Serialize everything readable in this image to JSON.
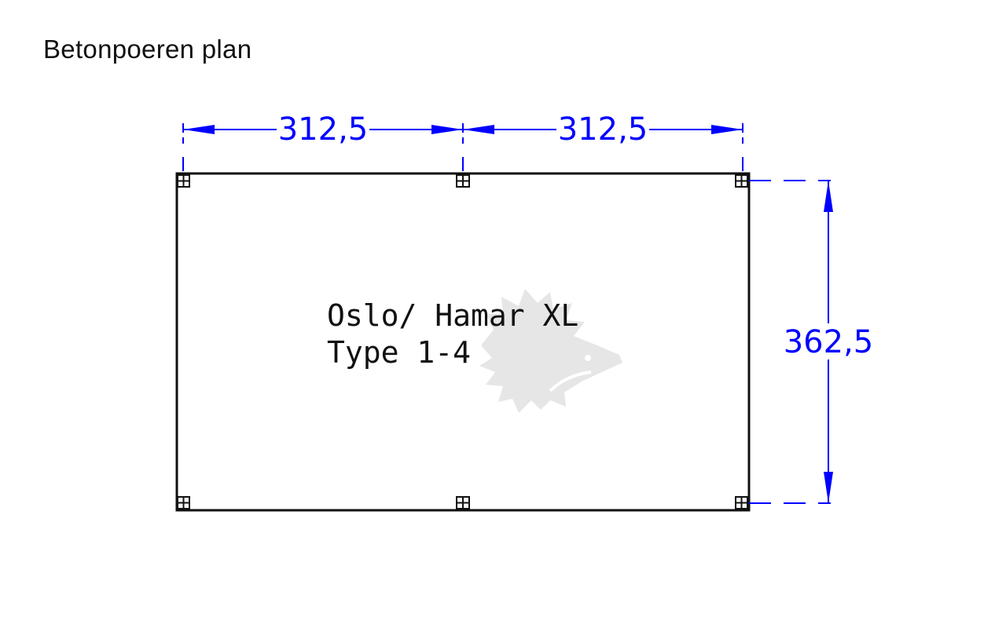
{
  "title": "Betonpoeren plan",
  "plan": {
    "label_line1": "Oslo/ Hamar XL",
    "label_line2": "Type 1-4"
  },
  "dimensions": {
    "top_left": "312,5",
    "top_right": "312,5",
    "right_height": "362,5"
  },
  "colors": {
    "dimension": "#0000ff",
    "outline": "#111111",
    "watermark": "#e6e6e6"
  },
  "icons": {
    "footing": "footing-square-cross-icon",
    "watermark": "hedgehog-watermark-icon"
  }
}
